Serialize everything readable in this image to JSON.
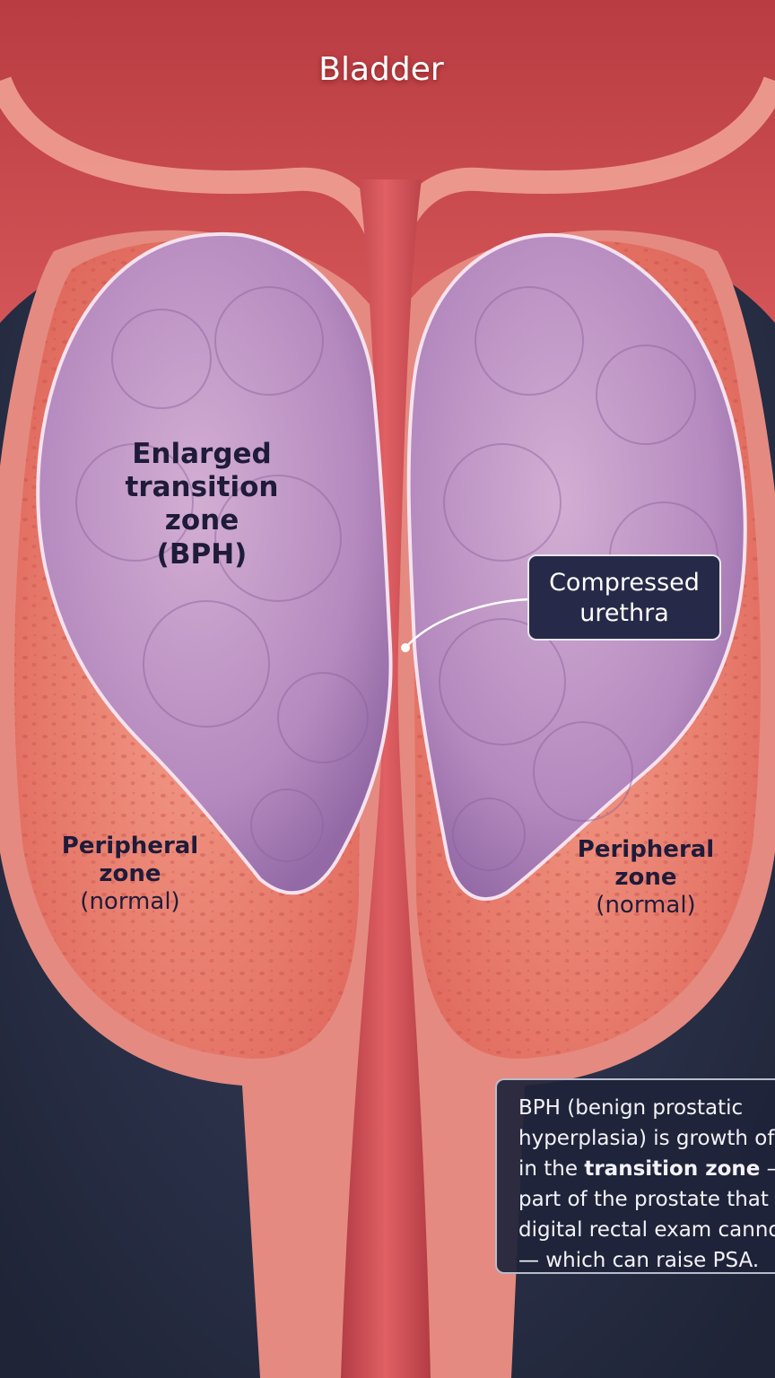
{
  "labels": {
    "bladder": "Bladder",
    "enlarged_zone": [
      "Enlarged",
      "transition",
      "zone",
      "(BPH)"
    ],
    "peripheral_left": {
      "title_lines": [
        "Peripheral",
        "zone"
      ],
      "status": "(normal)"
    },
    "peripheral_right": {
      "title_lines": [
        "Peripheral",
        "zone"
      ],
      "status": "(normal)"
    }
  },
  "callout": {
    "lines": [
      "Compressed",
      "urethra"
    ]
  },
  "info": {
    "line1": "BPH (benign prostatic",
    "line2": "hyperplasia) is growth of tis",
    "line3_pre": "in the ",
    "line3_bold": "transition zone",
    "line3_post": " — th",
    "line4": "part of the prostate that a",
    "line5": "digital rectal exam cannot r",
    "line6": "— which can raise PSA."
  },
  "colors": {
    "background": "#2a3146",
    "bladder": "#c9484a",
    "capsule": "#e58a80",
    "peripheral_tissue": "#ee8272",
    "transition_zone": "#b98fc2",
    "urethra": "#c94a4e",
    "callout_bg": "#262a48"
  }
}
